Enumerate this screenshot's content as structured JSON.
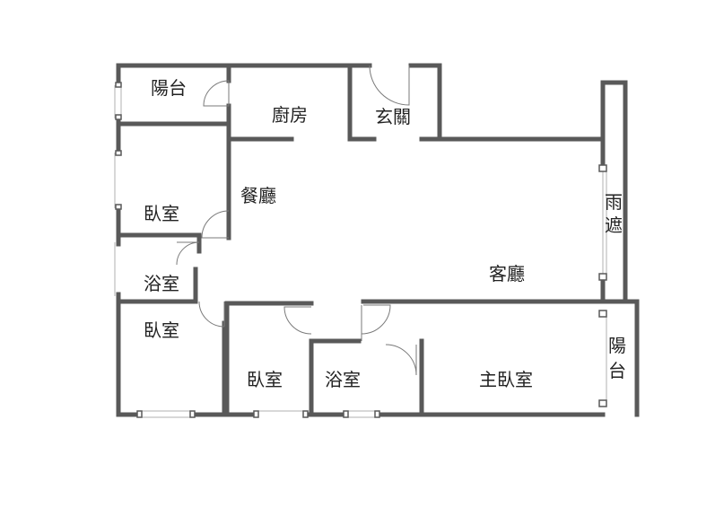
{
  "rooms": {
    "balcony_nw": "陽台",
    "kitchen": "廚房",
    "entrance": "玄關",
    "dining": "餐廳",
    "bedroom_w": "臥室",
    "bath_w": "浴室",
    "bedroom_sw": "臥室",
    "living": "客廳",
    "canopy": [
      "雨",
      "遮"
    ],
    "bedroom_s": "臥室",
    "bath_s": "浴室",
    "master_bedroom": "主臥室",
    "balcony_e": [
      "陽",
      "台"
    ]
  }
}
